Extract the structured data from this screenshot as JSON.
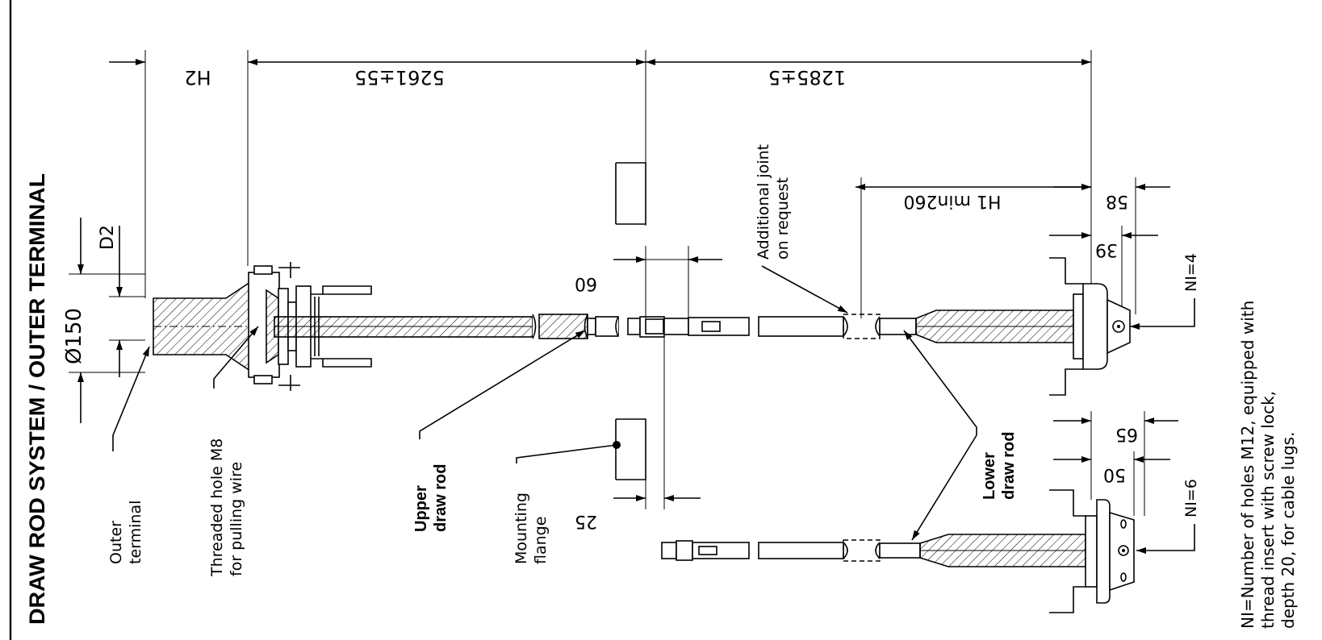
{
  "title": "DRAW ROD SYSTEM / OUTER TERMINAL",
  "dimensions": {
    "h2": "H2",
    "length_upper": "5261±55",
    "length_lower": "1285±5",
    "h1": "H1 min260",
    "d58": "58",
    "d39": "39",
    "d65": "65",
    "d50": "50",
    "d60": "60",
    "d25": "25",
    "dia": "Ø150",
    "d2": "D2"
  },
  "labels": {
    "outer_terminal": [
      "Outer",
      "terminal"
    ],
    "threaded_hole": [
      "Threaded hole M8",
      "for pulling wire"
    ],
    "upper_draw_rod": [
      "Upper",
      "draw rod"
    ],
    "mounting_flange": [
      "Mounting",
      "flange"
    ],
    "additional_joint": [
      "Additional joint",
      "on request"
    ],
    "lower_draw_rod": [
      "Lower",
      "draw rod"
    ],
    "ni4": "NI=4",
    "ni6": "NI=6"
  },
  "note": [
    "NI=Number of holes M12, equipped with",
    "thread insert with screw lock,",
    "depth 20, for cable lugs."
  ],
  "colors": {
    "ink": "#000000",
    "paper": "#ffffff"
  }
}
